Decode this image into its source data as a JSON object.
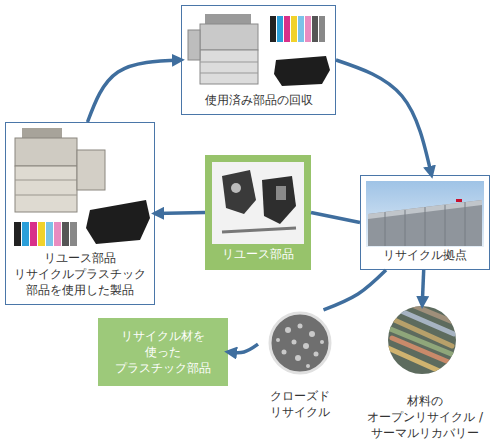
{
  "diagram": {
    "nodes": [
      {
        "text": [
          "使用済み部品の回収"
        ]
      },
      {
        "text": [
          "リユース部品 リサイクルプラスチック 部品を使用した製品"
        ]
      },
      {
        "text": [
          "リユース部品"
        ]
      },
      {
        "text": [
          "リサイクル拠点"
        ]
      },
      {
        "text": [
          "リサイクル材を 使った プラスチック部品"
        ]
      },
      {
        "text": [
          "クローズド リサイクル"
        ]
      },
      {
        "text": [
          "材料の オープンリサイクル / サーマルリカバリー"
        ]
      }
    ],
    "edges": [
      {
        "from": 1,
        "to": 0,
        "arrow": "to"
      },
      {
        "from": 0,
        "to": 3,
        "arrow": "to"
      },
      {
        "from": 3,
        "to": 2,
        "arrow": "none"
      },
      {
        "from": 2,
        "to": 1,
        "arrow": "to"
      },
      {
        "from": 3,
        "to": 6,
        "arrow": "to"
      },
      {
        "from": 3,
        "to": 5,
        "arrow": "none"
      },
      {
        "from": 5,
        "to": 4,
        "arrow": "to"
      }
    ]
  }
}
